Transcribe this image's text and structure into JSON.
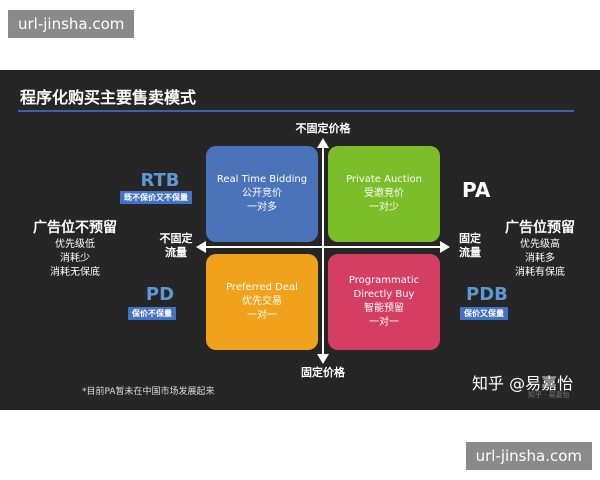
{
  "watermark": {
    "top": "url-jinsha.com",
    "bottom": "url-jinsha.com"
  },
  "slide": {
    "title": "程序化购买主要售卖模式",
    "axes": {
      "top": "不固定价格",
      "bottom": "固定价格",
      "left": "不固定\n流量",
      "right": "固定\n流量"
    },
    "quadrants": [
      {
        "id": "tl",
        "lines": [
          "Real Time Bidding",
          "公开竞价",
          "一对多"
        ],
        "color": "#4a73b9"
      },
      {
        "id": "tr",
        "lines": [
          "Private Auction",
          "受邀竞价",
          "一对少"
        ],
        "color": "#7cbd2a"
      },
      {
        "id": "bl",
        "lines": [
          "Preferred Deal",
          "优先交易",
          "一对一"
        ],
        "color": "#f0a21c"
      },
      {
        "id": "br",
        "lines": [
          "Programmatic",
          "Directly Buy",
          "智能预留",
          "一对一"
        ],
        "color": "#d63d62"
      }
    ],
    "models": {
      "rtb": {
        "name": "RTB",
        "badge": "既不保价又不保量"
      },
      "pa": {
        "name": "PA"
      },
      "pd": {
        "name": "PD",
        "badge": "保价不保量"
      },
      "pdb": {
        "name": "PDB",
        "badge": "保价又保量"
      }
    },
    "left_side": {
      "head": "广告位不预留",
      "lines": [
        "优先级低",
        "消耗少",
        "消耗无保底"
      ]
    },
    "right_side": {
      "head": "广告位预留",
      "lines": [
        "优先级高",
        "消耗多",
        "消耗有保底"
      ]
    },
    "footnote": "*目前PA暂未在中国市场发展起来",
    "signature": "知乎 @易嘉怡",
    "signature_sub": "知乎 · 易嘉怡"
  },
  "colors": {
    "background": "#262626",
    "accent": "#5b9bd5",
    "badge": "#4472c4"
  }
}
